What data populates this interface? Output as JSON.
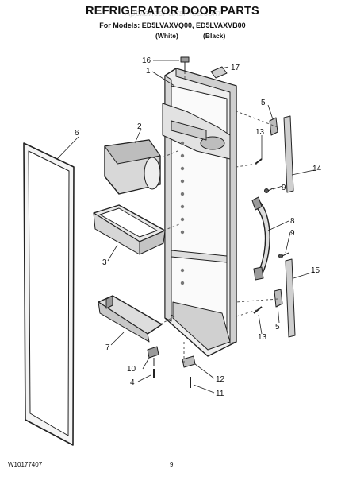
{
  "header": {
    "title": "REFRIGERATOR DOOR PARTS",
    "models": "For Models: ED5LVAXVQ00, ED5LVAXVB00",
    "variant_white": "(White)",
    "variant_black": "(Black)"
  },
  "watermark": "AppliancePartsPros.com",
  "callouts": [
    "16",
    "17",
    "1",
    "2",
    "6",
    "5",
    "13",
    "14",
    "9",
    "8",
    "9",
    "15",
    "3",
    "5",
    "13",
    "7",
    "10",
    "4",
    "12",
    "11"
  ],
  "footer": {
    "doc_number": "W10177407",
    "page_number": "9"
  },
  "colors": {
    "line": "#222222",
    "fill_light": "#f4f4f4",
    "fill_mid": "#d8d8d8",
    "fill_dark": "#9a9a9a"
  }
}
